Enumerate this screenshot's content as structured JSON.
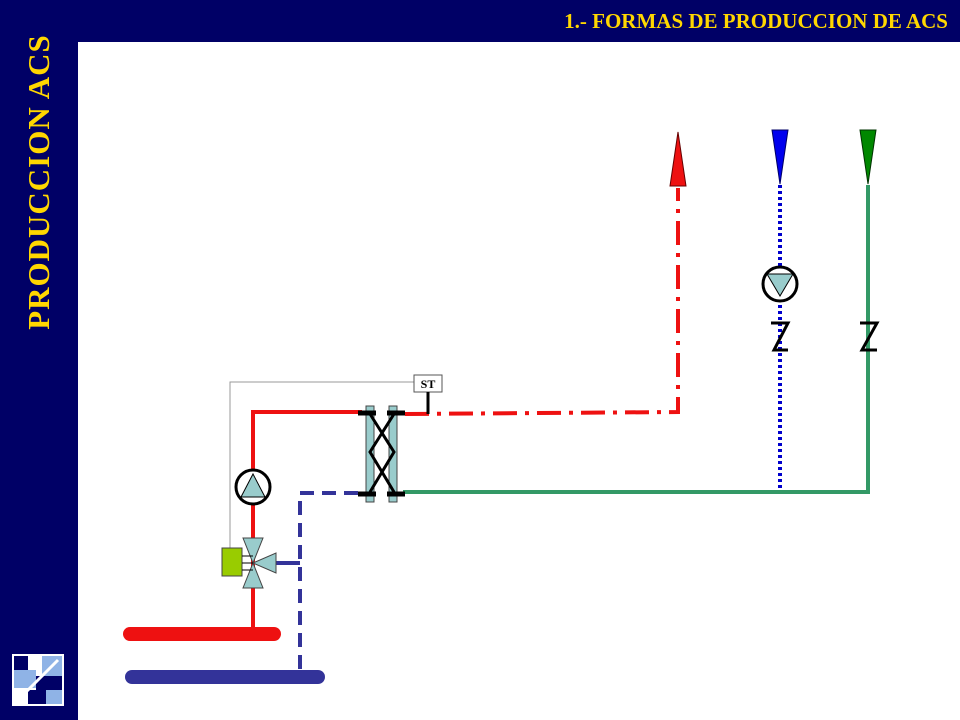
{
  "header": {
    "title": "1.- FORMAS DE PRODUCCION DE ACS",
    "vertical_title": "PRODUCCION ACS"
  },
  "diagram": {
    "sensor_label": "ST",
    "colors": {
      "hot": "#ee1111",
      "cold_return": "#333399",
      "recirculation": "#0000cc",
      "cold_supply": "#339966",
      "title_text": "#ffd700",
      "frame": "#000066",
      "valve_actuator": "#99cc00",
      "component_fill": "#99cccc"
    },
    "icons": [
      "circulation-pump-icon",
      "three-way-valve-icon",
      "heat-exchanger-icon",
      "check-valve-icon",
      "flow-arrow-icon",
      "logo-icon"
    ]
  }
}
